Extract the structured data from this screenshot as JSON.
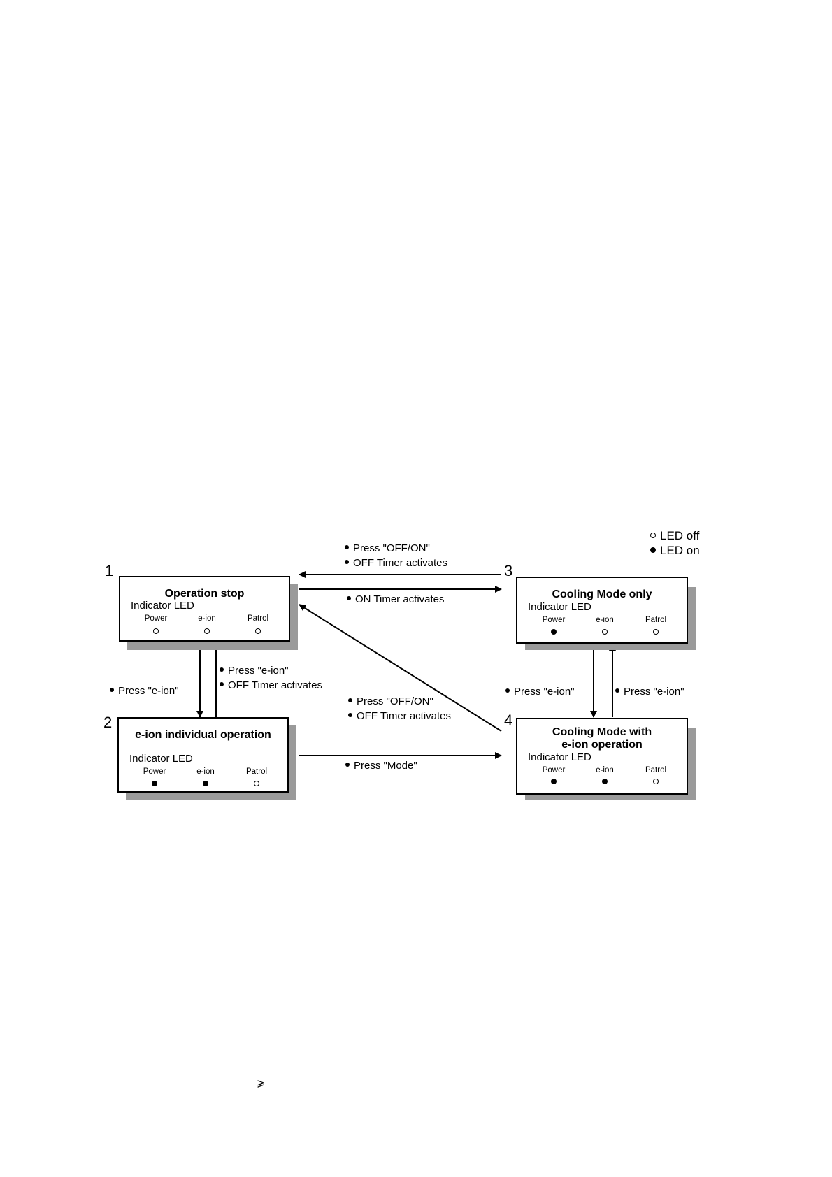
{
  "legend": {
    "off_label": "LED off",
    "on_label": "LED on"
  },
  "states": [
    {
      "number": "1",
      "title_lines": [
        "Operation stop"
      ],
      "indicator_label": "Indicator LED",
      "leds": [
        {
          "name": "Power",
          "state": "off"
        },
        {
          "name": "e-ion",
          "state": "off"
        },
        {
          "name": "Patrol",
          "state": "off"
        }
      ]
    },
    {
      "number": "2",
      "title_lines": [
        "e-ion individual operation"
      ],
      "indicator_label": "Indicator LED",
      "leds": [
        {
          "name": "Power",
          "state": "on"
        },
        {
          "name": "e-ion",
          "state": "on"
        },
        {
          "name": "Patrol",
          "state": "off"
        }
      ]
    },
    {
      "number": "3",
      "title_lines": [
        "Cooling Mode only"
      ],
      "indicator_label": "Indicator LED",
      "leds": [
        {
          "name": "Power",
          "state": "on"
        },
        {
          "name": "e-ion",
          "state": "off"
        },
        {
          "name": "Patrol",
          "state": "off"
        }
      ]
    },
    {
      "number": "4",
      "title_lines": [
        "Cooling Mode with",
        "e-ion operation"
      ],
      "indicator_label": "Indicator LED",
      "leds": [
        {
          "name": "Power",
          "state": "on"
        },
        {
          "name": "e-ion",
          "state": "on"
        },
        {
          "name": "Patrol",
          "state": "off"
        }
      ]
    }
  ],
  "transitions": {
    "s3_to_s1": [
      "Press \"OFF/ON\"",
      "OFF Timer activates"
    ],
    "s1_to_s3": [
      "ON Timer activates"
    ],
    "s1_to_s2": [
      "Press \"e-ion\""
    ],
    "s2_to_s1": [
      "Press \"e-ion\"",
      "OFF Timer activates"
    ],
    "s4_to_s1": [
      "Press \"OFF/ON\"",
      "OFF Timer activates"
    ],
    "s2_to_s4": [
      "Press \"Mode\""
    ],
    "s3_to_s4": [
      "Press \"e-ion\""
    ],
    "s4_to_s3": [
      "Press \"e-ion\""
    ]
  },
  "footnote_symbol": "⩾"
}
